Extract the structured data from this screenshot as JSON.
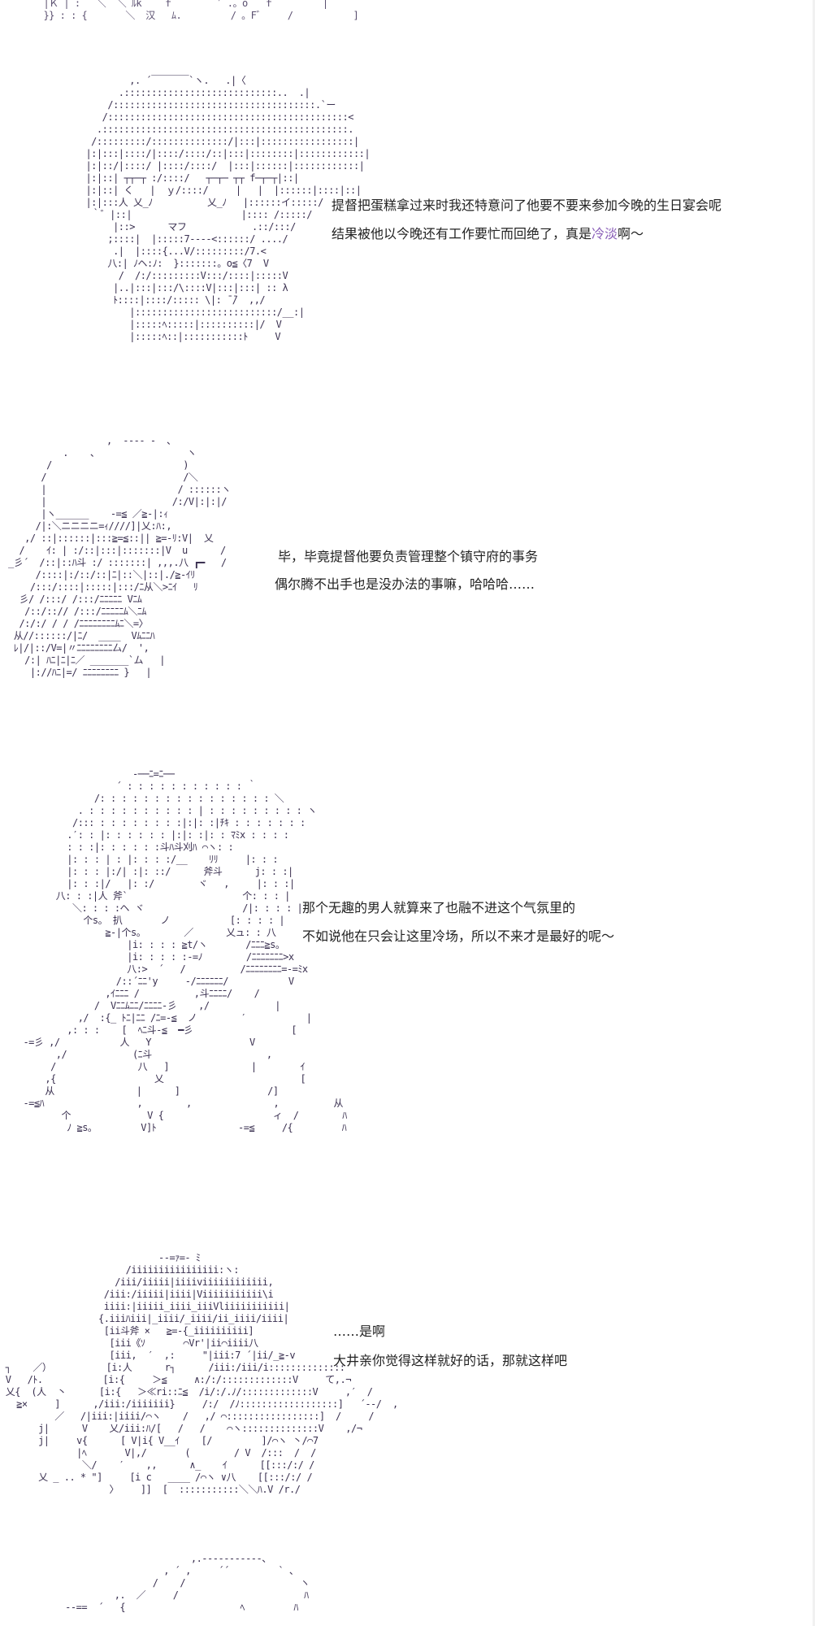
{
  "art": {
    "top_fragment": "  |Ｋ | :   ＼  ＼ ﾙk    ｆ        ′ .。o   ｆ         |\n  }} : : {       ＼  汉   ﾑ.         / 。F゛    /           ]",
    "fig1": "          ,. ´￣￣￣￣`ヽ.   .|〈\n        .::::::::::::::::::::::::::::..  .|\n      /:::::::::::::::::::::::::::::::::::::.`ー\n     /::::::::::::::::::::::::::::::::::::::::::::<\n    .:::::::::::::::::::::::::::::::::::::::::::::.\n   /:::::::::/::::::::::::::/|:::|:::::::::::::::::|\n  |:|:::|::::/|::::/::::/::|:::|::::::::|::::::::::::|\n  |:|::/|::::/ |::::/::::/  |:::|::::::|::::::::::::|\n  |:|::| ┬┬─┬ :/::::/   ┬─┬─ ┬┬ f─┬─┬|::|\n  |:|::| く   |  ｙ/::::/     |   |  |::::::|::::|::|\n  |:|:::人 乂_ﾉ          乂_ﾉ   |::::::イ:::::/\n   ｀゛|::|                    |:::: /:::::/\n       |::>      マフ            .::/:::/\n      ;::::|  |:::::7----<::::::/ ..../\n       .|  |::::{...V/:::::::::/7.<\n      八:| ﾉヘ:ﾉ:  }:::::::。o≦〈7  V\n        /  /:/:::::::::V:::/::::|:::::V\n       |..|:::|:::/\\::::V|:::|:::| :: λ\n       ﾄ::::|::::/::::: \\|: ̄ ̄/  ,,/\n          |::::::::::::::::::::::::::/__:|\n          |:::::ﾍ:::::|::::::::::|/  V\n          |:::::ﾍ::|:::::::::::ﾄ     V",
    "fig2": "                  ,  ---- ‐  、\n          .    、                ヽ\n       /                        )\n      /                         /＼\n      |                        / ::::::ヽ\n      |                       /:/V|:|:|/\n      |ヽ______    ‐=≦ ／≧-|:ｨ\n     /|:＼ニニニニ=ｨ////]|乂:ﾊ:,\n   ,/ ::|::::::|:::≧=≦::|| ≧=-ﾘ:V|  乂\n  /    ｲ: | :/::|:::|:::::::|V  u      /\n_彡´  /::|::ﾊ斗 :/ :::::::| ,,,.八 ┏━   /\n     /::::|:/::/::|ﾆ|::＼|::|./≧-ｲﾘ\n    /:::/::::|:::::|:::/ﾆ从＼>ﾆｲ   ﾘ\n  彡/ /:::/ /:::/ﾆﾆﾆﾆﾆ Vﾆﾑ\n   /::/::// /:::/ﾆﾆﾆﾆﾆﾑ＼ﾆﾑ\n  /:/:/ / / /ﾆﾆﾆﾆﾆﾆﾆﾆﾑﾆ＼=〉\n 从//::::::/|ﾆ/  ____  Vﾑﾆﾆﾊ\n ﾚ|/|::/V=|〃ﾆﾆﾆﾆﾆﾆﾆﾆ厶/  ',\n   /:| ﾊﾆ|ﾆ|ﾆ／ _______`ム   |\n    |://ﾊﾆ|=/ ﾆﾆﾆﾆﾆﾆﾆﾆ }   |",
    "fig3": "                      ‐──ﾆ=ﾆ──\n                   ´ : : : : : : : : : : : ｀\n               /: : : : : : : : : : : : : : : : ＼\n            . : : : : : : : : : : | : : : : : : : : : ヽ\n           /::: : : : : : : : :|:|: :|ﾁｷ : : : : : : :\n          .′: : |: : : : : : |:|: :|: : ﾏﾐx : : : :\n          : : :|: : : : : :斗ﾊ斗刈ﾊ ⌒ヽ: :\n          |: : : | : |: : : :/__    ﾘﾘ     |: : :\n          |: : : |:/| :|: ::/      斧斗      j: : :|\n          |: : :|/   |: :/        ヾ   ,     |: : :|\n        八: : :|人 斧`                     个: : : |\n           ＼: : : :ヘ ヾ                  /|: : : : |\n             个s。 扒       ノ           [: : : : |\n                 ≧-|个s。       ／      乂ュ: : 八\n                     |i: : : : ≧t/ヽ       /ﾆﾆﾆ≧s。\n                     |i: : : : :-=ﾉ        /ﾆﾆﾆﾆﾆﾆﾆ>x\n                     八:>  ´   /          /ﾆﾆﾆﾆﾆﾆﾆﾆ=‐=ﾐx\n                   /::´ﾆﾆ'y     ‐/ﾆﾆﾆﾆﾆﾆ/           V\n                 ,ｲﾆﾆﾆ /          ,斗ﾆﾆﾆﾆ/    /\n               /  Vﾆﾆﾑﾆﾆ/ﾆﾆﾆﾆ-彡    ,/            |\n            ,/  :{_ ﾄﾆ|ﾆﾆ /ﾆ=-≦  ノ        ′           |\n          ,: : :    [  ﾍﾆ斗-≦  ━彡                  [\n  ‐=彡 ,/           人   Y                  V\n        ,/            (ﾆ斗                     ,\n       /               八   ]               |        ｲ\n      ,{                  乂                         [\n      从               |      ]                /]\n  ‐=≦ﾊ                 ,        ,               ,          从\n         个              V {                    ィ  /        ﾊ\n          ﾉ ≧s。        V]ﾄ               -=≦     /{         ﾊ",
    "fig4": "                             -‐=ｧ=- ﾐ\n                       /iiiiiiiiiiiiiiii:ヽ:\n                     /iii/iiiii|iiiiviiiiiiiiiiii,\n                   /iii:/iiiii|iiii|Viiiiiiiiiii\\i\n                   iiii:|iiiii_iiii_iiiVliiiiiiiiiii|\n                  {.iiiﾊiii|_iiii/_iiii/ii_iiii/iiii|\n                   [ii斗斧 ×   ≧=-{_iiiiiiiiii]\n                    [iii《ｿ       ⌒Vr'|ii⌒iiii八\n                    [iii,  ′  ,:     \"|iii:7 ´|ii/_≧-v\n ┐    ／）          [i:人      r┐      /iii:/iii/i::::::::::::::\n V   /ﾄ.           [i:{     ＞≦     ∧:/:/:::::::::::::V     て,.¬\n 乂{  (人  丶      [i:{   ＞≪ri::ﾆ≦  /i/:/.ﾉ/:::::::::::::V     ,′  /\n   ≧×     ]      ,/iii:/iiiiiii}     /:/  /ﾉ::::::::::::::::::]   ´-‐/  ,\n          ／   /|iii:|iiii/⌒ヽ    /   ,/ ⌒:::::::::::::::::]  /     /\n       j|      V    乂/iii:ﾊ/[   /   /    ⌒ヽ::::::::::::::V    ,/¬\n       j|     v{      [ V|i{ V__ｲ    [/         ]/⌒ヽ 丶/⌒7\n              |ﾍ       V|,/       (        / V  /:::  /  /\n               ＼/    ′    ,,      ∧_    ｲ      [[:::/:/ /\n       乂 _ .. * \"]     [i c   ____ /⌒ヽ ∨八    [[:::/:/ /\n                    〉    ]]  [  :::::::::::＼＼ﾊ.V /r./",
    "fig5": "                          ,.--‐‐‐‐‐‐‐‐-、\n                     , ´ ,     ´´         ` 、\n                   /    /                     ヽ\n            ,.  ／     /                       ﾊ\n   ‐‐==  ´   {                     ﾍ         ﾊ"
  },
  "dialogue": {
    "line1a": "提督把蛋糕拿过来时我还特意问了他要不要来参加今晚的生日宴会呢",
    "line1b": "结果被他以今晚还有工作要忙而回绝了，真是冷淡啊～",
    "line2a": "毕，毕竟提督他要负责管理整个镇守府的事务",
    "line2b": "偶尔腾不出手也是没办法的事嘛，哈哈哈……",
    "line3a": "那个无趣的男人就算来了也融不进这个气氛里的",
    "line3b": "不如说他在只会让这里冷场，所以不来才是最好的呢～",
    "line4a": "……是啊",
    "line4b": "大井亲你觉得这样就好的话，那就这样吧"
  }
}
